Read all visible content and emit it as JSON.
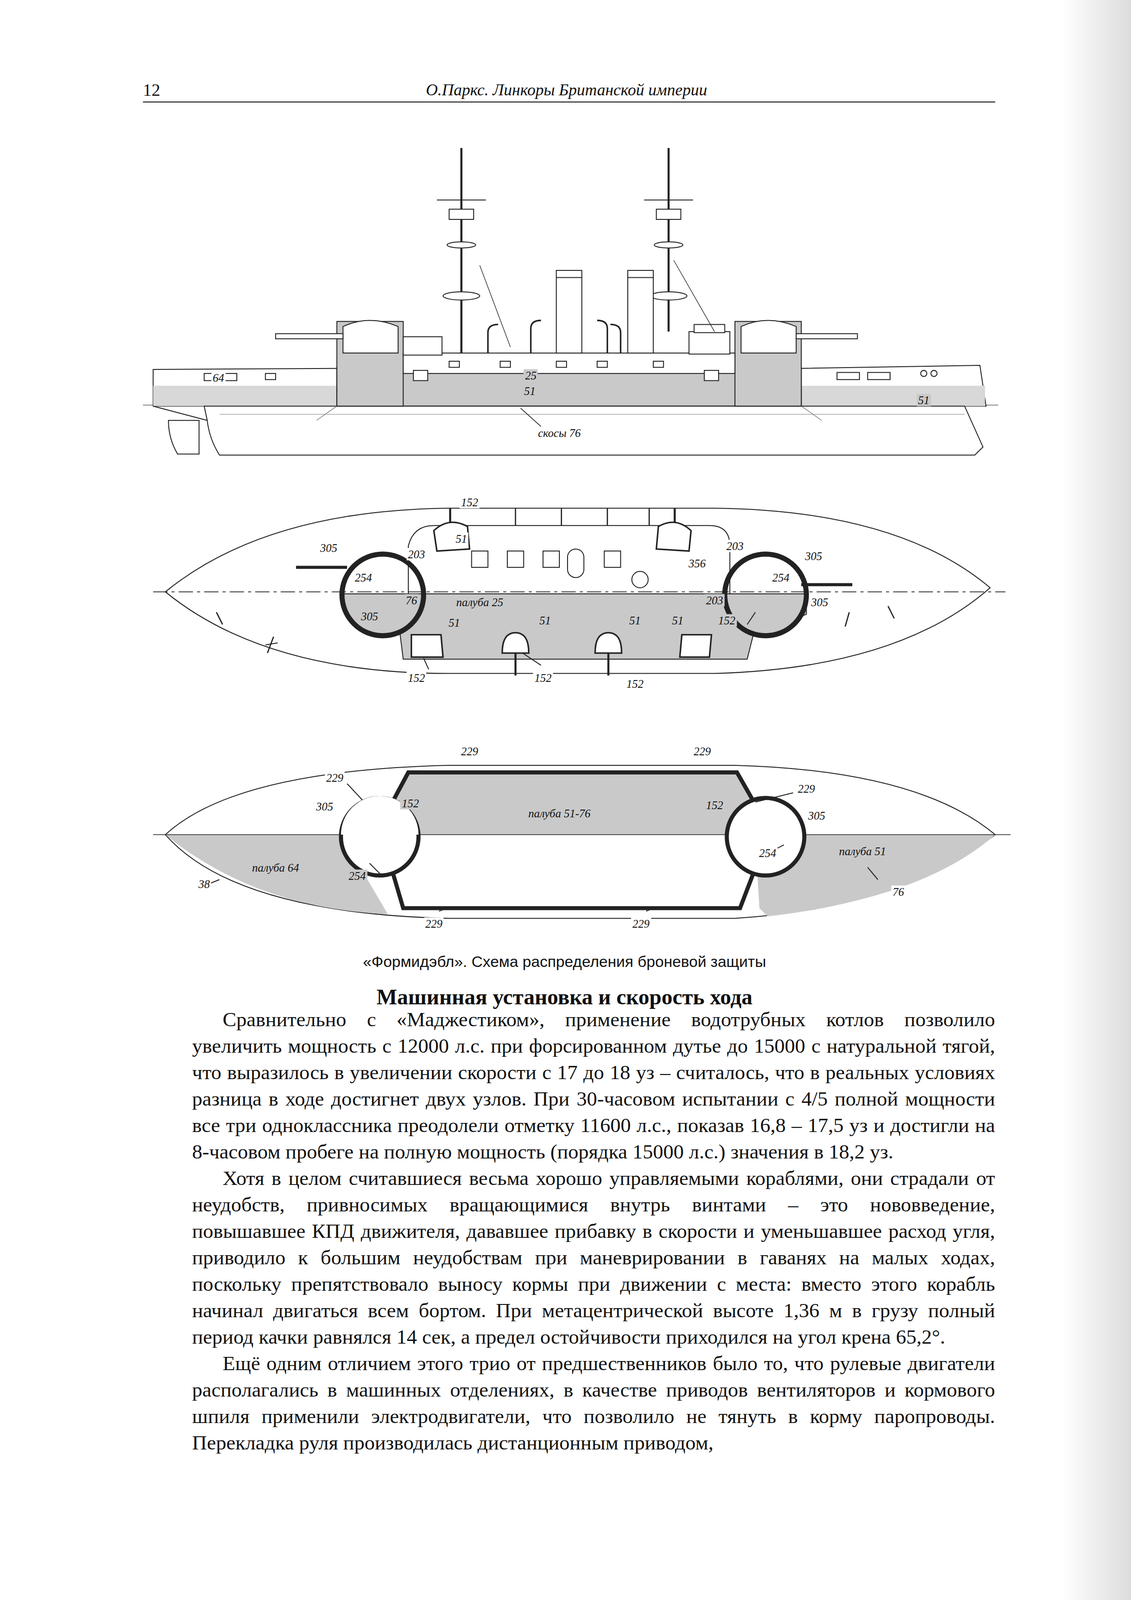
{
  "diagram": {
    "caption": "«Формидэбл». Схема распределения броневой защиты",
    "labels": [
      "12",
      "О.Паркс. Линкоры Британской империи",
      "64",
      "25",
      "51",
      "скосы 76",
      "51",
      "152",
      "51",
      "305",
      "203",
      "203",
      "305",
      "356",
      "254",
      "254",
      "76",
      "палуба 25",
      "203",
      "305",
      "305",
      "51",
      "51",
      "51",
      "51",
      "152",
      "152",
      "152",
      "152",
      "229",
      "229",
      "229",
      "229",
      "305",
      "152",
      "палуба 51-76",
      "152",
      "305",
      "палуба 51",
      "254",
      "палуба 64",
      "254",
      "38",
      "76",
      "229",
      "229",
      "Машинная установка и скорость хода",
      "Сравнительно с «Маджестиком», применение водотрубных котлов позволило увеличить мощность с 12000 л.с. при форсированном дутье до 15000 с натуральной тягой, что выразилось в увеличении скорости с 17 до 18 уз – считалось, что в реальных условиях разница в ходе достигнет двух узлов. При 30-часовом испытании с 4/5 полной мощности все три одноклассника преодолели отметку 11600 л.с., показав 16,8 – 17,5 уз и достигли на 8-часовом пробеге на полную мощность (порядка 15000 л.с.) значения в 18,2 уз.",
      "Хотя в целом считавшиеся весьма хорошо управляемыми кораблями, они страдали от неудобств, привносимых вращающимися внутрь винтами – это нововведение, повышавшее КПД движителя, дававшее прибавку в скорости и уменьшавшее расход угля, приводило к большим неудобствам при маневрировании в гаванях на малых ходах, поскольку препятствовало выносу кормы при движении с места: вместо этого корабль начинал двигаться всем бортом. При метацентрической высоте 1,36 м в грузу полный период качки равнялся 14 сек, а предел остойчивости приходился на угол крена 65,2°.",
      "Ещё одним отличием этого трио от предшественников было то, что рулевые двигатели располагались в машинных отделениях, в качестве приводов вентиляторов и кормового шпиля применили электродвигатели, что позволило не тянуть в корму паропроводы. Перекладка руля производилась дистанционным приводом,"
    ]
  }
}
